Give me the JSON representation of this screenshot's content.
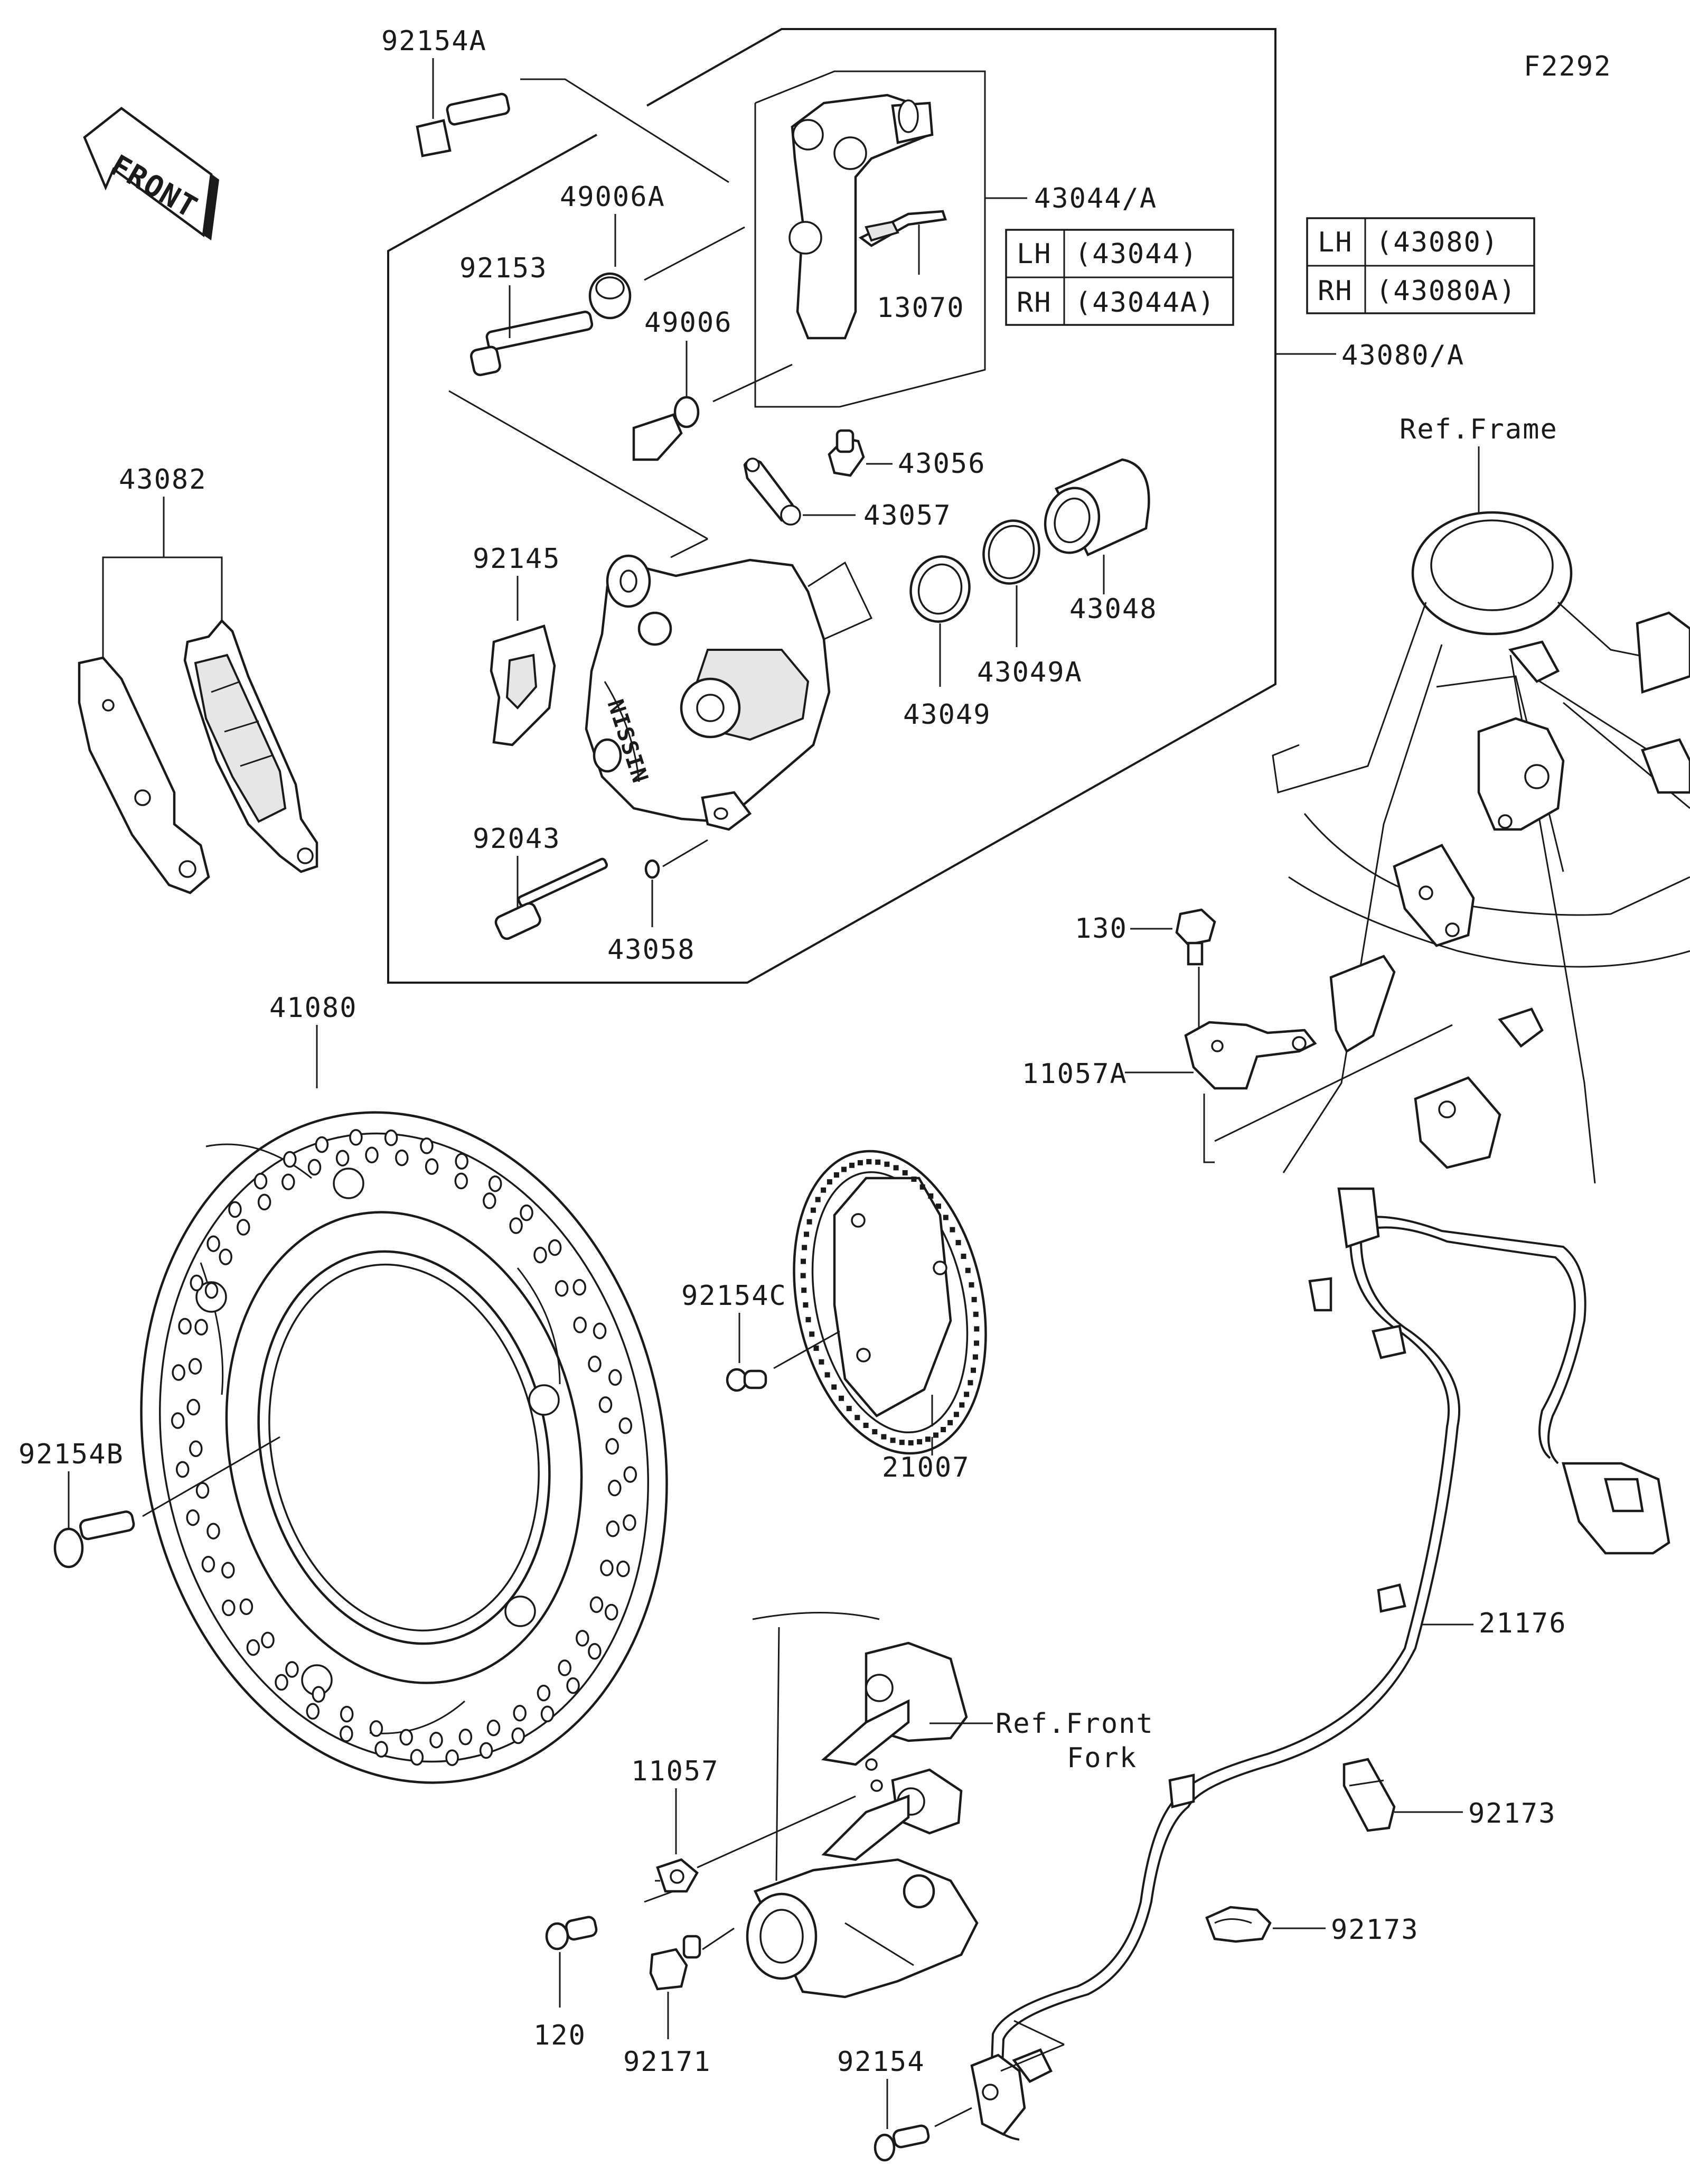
{
  "diagram_code": "F2292",
  "front_badge": "FRONT",
  "parts": {
    "p92154A": "92154A",
    "p49006A": "49006A",
    "p92153": "92153",
    "p49006": "49006",
    "p13070": "13070",
    "p43044A": "43044/A",
    "p43080A": "43080/A",
    "p43056": "43056",
    "p43057": "43057",
    "p43082": "43082",
    "p92145": "92145",
    "p43048": "43048",
    "p43049A": "43049A",
    "p43049": "43049",
    "p92043": "92043",
    "p43058": "43058",
    "p130": "130",
    "p11057A": "11057A",
    "p41080": "41080",
    "p92154C": "92154C",
    "p21007": "21007",
    "p92154B": "92154B",
    "p21176": "21176",
    "p11057": "11057",
    "p92173a": "92173",
    "p92173b": "92173",
    "p120": "120",
    "p92171": "92171",
    "p92154": "92154"
  },
  "references": {
    "frame": "Ref.Frame",
    "front_fork_1": "Ref.Front",
    "front_fork_2": "Fork"
  },
  "tables": {
    "caliper_bracket": {
      "rows": [
        {
          "side": "LH",
          "code": "(43044)"
        },
        {
          "side": "RH",
          "code": "(43044A)"
        }
      ]
    },
    "caliper_assy": {
      "rows": [
        {
          "side": "LH",
          "code": "(43080)"
        },
        {
          "side": "RH",
          "code": "(43080A)"
        }
      ]
    }
  }
}
